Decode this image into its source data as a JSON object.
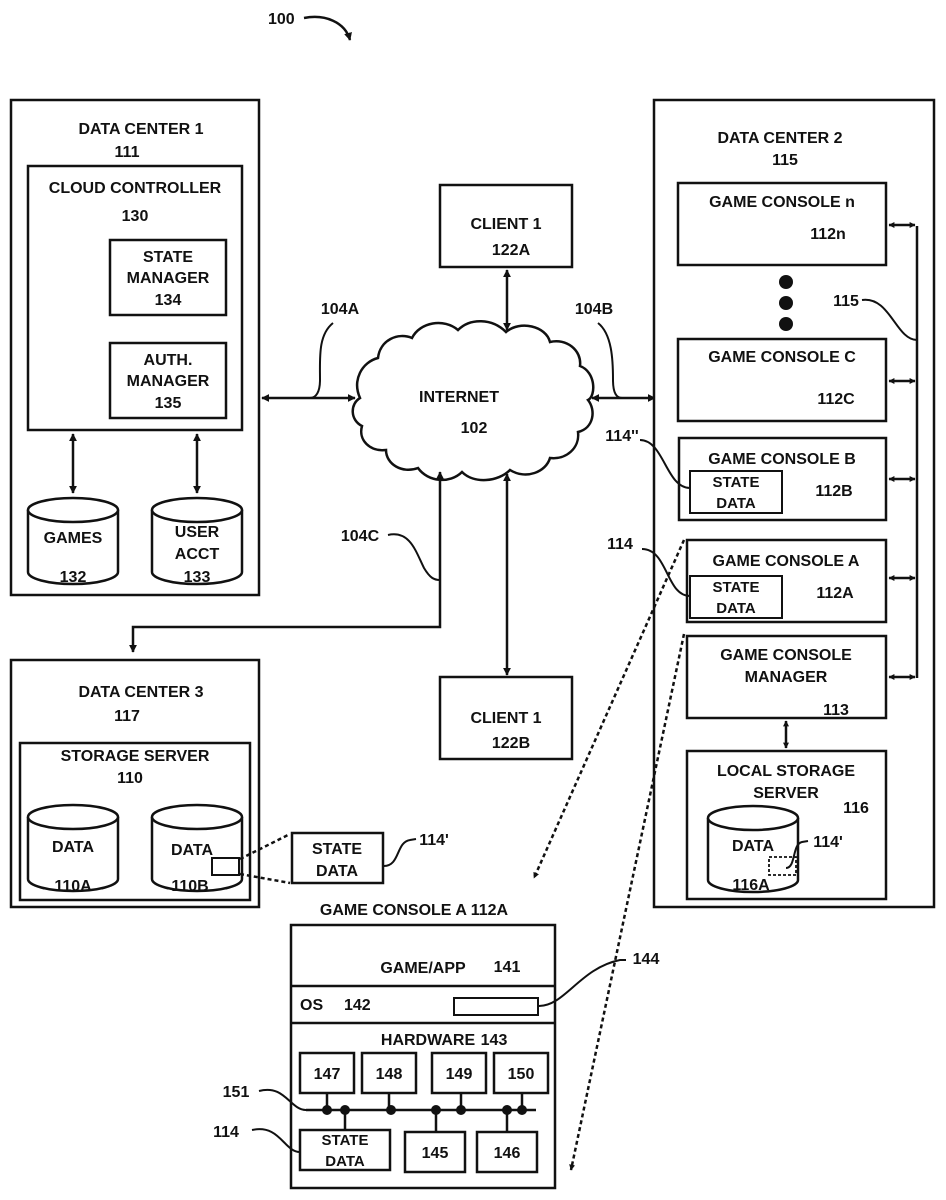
{
  "figure": {
    "ref": "100"
  },
  "data_center_1": {
    "title": "DATA CENTER 1",
    "ref": "111",
    "cloud_controller": {
      "title": "CLOUD CONTROLLER",
      "ref": "130"
    },
    "state_manager": {
      "line1": "STATE",
      "line2": "MANAGER",
      "ref": "134"
    },
    "auth_manager": {
      "line1": "AUTH.",
      "line2": "MANAGER",
      "ref": "135"
    },
    "games_db": {
      "label": "GAMES",
      "ref": "132"
    },
    "user_acct_db": {
      "line1": "USER",
      "line2": "ACCT",
      "ref": "133"
    }
  },
  "internet": {
    "label": "INTERNET",
    "ref": "102"
  },
  "links": {
    "a": "104A",
    "b": "104B",
    "c": "104C"
  },
  "client_a": {
    "label": "CLIENT 1",
    "ref": "122A"
  },
  "client_b": {
    "label": "CLIENT 1",
    "ref": "122B"
  },
  "data_center_2": {
    "title": "DATA CENTER 2",
    "ref": "115",
    "bus_ref": "115",
    "consoles": [
      {
        "label": "GAME CONSOLE n",
        "ref": "112n"
      },
      {
        "label": "GAME CONSOLE C",
        "ref": "112C"
      },
      {
        "label": "GAME CONSOLE B",
        "ref": "112B",
        "state_line1": "STATE",
        "state_line2": "DATA",
        "state_ref": "114''"
      },
      {
        "label": "GAME CONSOLE A",
        "ref": "112A",
        "state_line1": "STATE",
        "state_line2": "DATA",
        "state_ref": "114"
      }
    ],
    "console_manager": {
      "line1": "GAME CONSOLE",
      "line2": "MANAGER",
      "ref": "113"
    },
    "local_storage": {
      "line1": "LOCAL STORAGE",
      "line2": "SERVER",
      "ref": "116",
      "db_label": "DATA",
      "db_ref": "116A",
      "state_ref": "114'"
    }
  },
  "data_center_3": {
    "title": "DATA CENTER 3",
    "ref": "117",
    "storage_server": {
      "title": "STORAGE SERVER",
      "ref": "110"
    },
    "db_a": {
      "label": "DATA",
      "ref": "110A"
    },
    "db_b": {
      "label": "DATA",
      "ref": "110B"
    },
    "state_data": {
      "line1": "STATE",
      "line2": "DATA",
      "ref": "114'"
    }
  },
  "console_detail": {
    "title": "GAME CONSOLE A  112A",
    "game_app": {
      "label": "GAME/APP",
      "ref": "141"
    },
    "os": {
      "label": "OS",
      "ref": "142",
      "component_ref": "144"
    },
    "hardware": {
      "label": "HARDWARE",
      "ref": "143",
      "bus_ref": "151",
      "top_components": [
        "147",
        "148",
        "149",
        "150"
      ],
      "bottom_components": [
        "145",
        "146"
      ],
      "state_line1": "STATE",
      "state_line2": "DATA",
      "state_ref": "114"
    }
  }
}
